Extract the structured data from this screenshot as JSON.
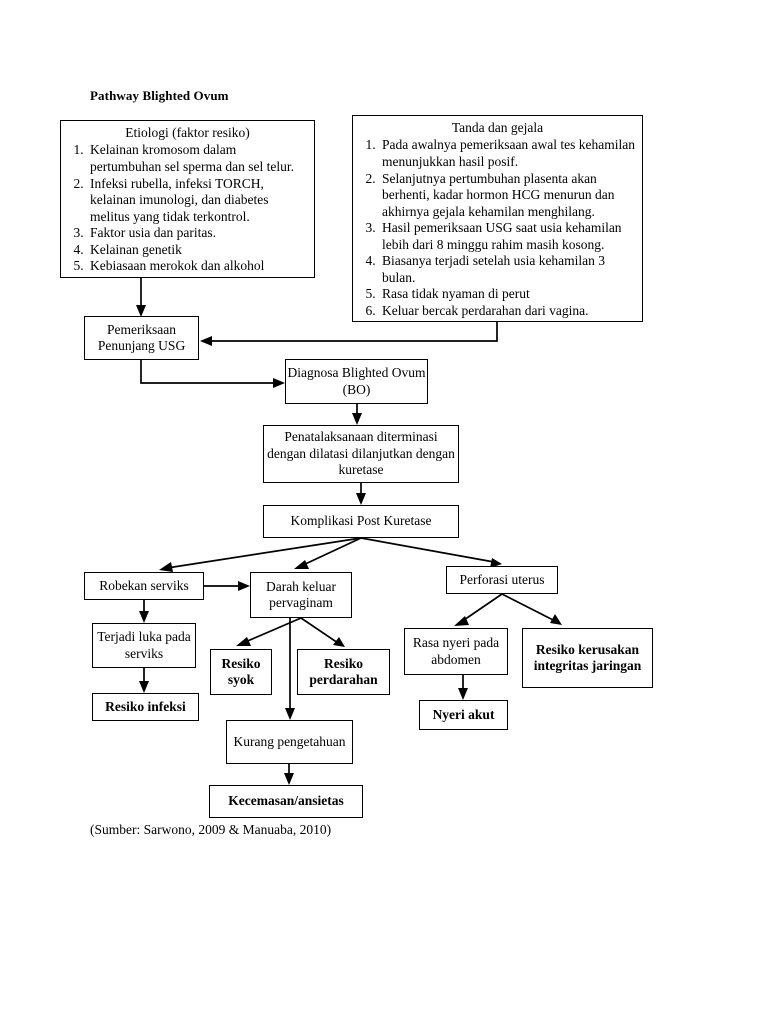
{
  "page": {
    "title": "Pathway Blighted Ovum",
    "source_caption": "(Sumber: Sarwono, 2009 & Manuaba, 2010)",
    "line_color": "#000000",
    "background": "#ffffff"
  },
  "etiologi": {
    "heading": "Etiologi (faktor resiko)",
    "items": [
      "Kelainan kromosom dalam pertumbuhan sel sperma dan sel telur.",
      "Infeksi rubella, infeksi TORCH, kelainan imunologi, dan diabetes melitus yang tidak terkontrol.",
      "Faktor usia dan paritas.",
      "Kelainan genetik",
      "Kebiasaan merokok dan alkohol"
    ]
  },
  "tanda_gejala": {
    "heading": "Tanda dan gejala",
    "items": [
      "Pada awalnya pemeriksaan awal tes kehamilan menunjukkan hasil posif.",
      "Selanjutnya pertumbuhan plasenta akan berhenti, kadar hormon HCG menurun dan akhirnya gejala kehamilan menghilang.",
      "Hasil pemeriksaan USG saat usia kehamilan lebih dari 8 minggu rahim masih kosong.",
      "Biasanya terjadi setelah usia kehamilan 3 bulan.",
      "Rasa tidak nyaman di perut",
      "Keluar bercak perdarahan dari vagina."
    ]
  },
  "nodes": {
    "pemeriksaan_usg": "Pemeriksaan Penunjang USG",
    "diagnosa": "Diagnosa Blighted Ovum (BO)",
    "penatalaksanaan": "Penatalaksanaan diterminasi dengan dilatasi dilanjutkan dengan kuretase",
    "komplikasi": "Komplikasi Post Kuretase",
    "robekan_serviks": "Robekan serviks",
    "darah_keluar": "Darah keluar pervaginam",
    "perforasi_uterus": "Perforasi uterus",
    "terjadi_luka": "Terjadi luka pada serviks",
    "resiko_syok": "Resiko syok",
    "resiko_perdarahan": "Resiko perdarahan",
    "rasa_nyeri": "Rasa nyeri pada abdomen",
    "resiko_kerusakan": "Resiko kerusakan integritas jaringan",
    "resiko_infeksi": "Resiko infeksi",
    "nyeri_akut": "Nyeri akut",
    "kurang_pengetahuan": "Kurang pengetahuan",
    "kecemasan": "Kecemasan/ansietas"
  }
}
